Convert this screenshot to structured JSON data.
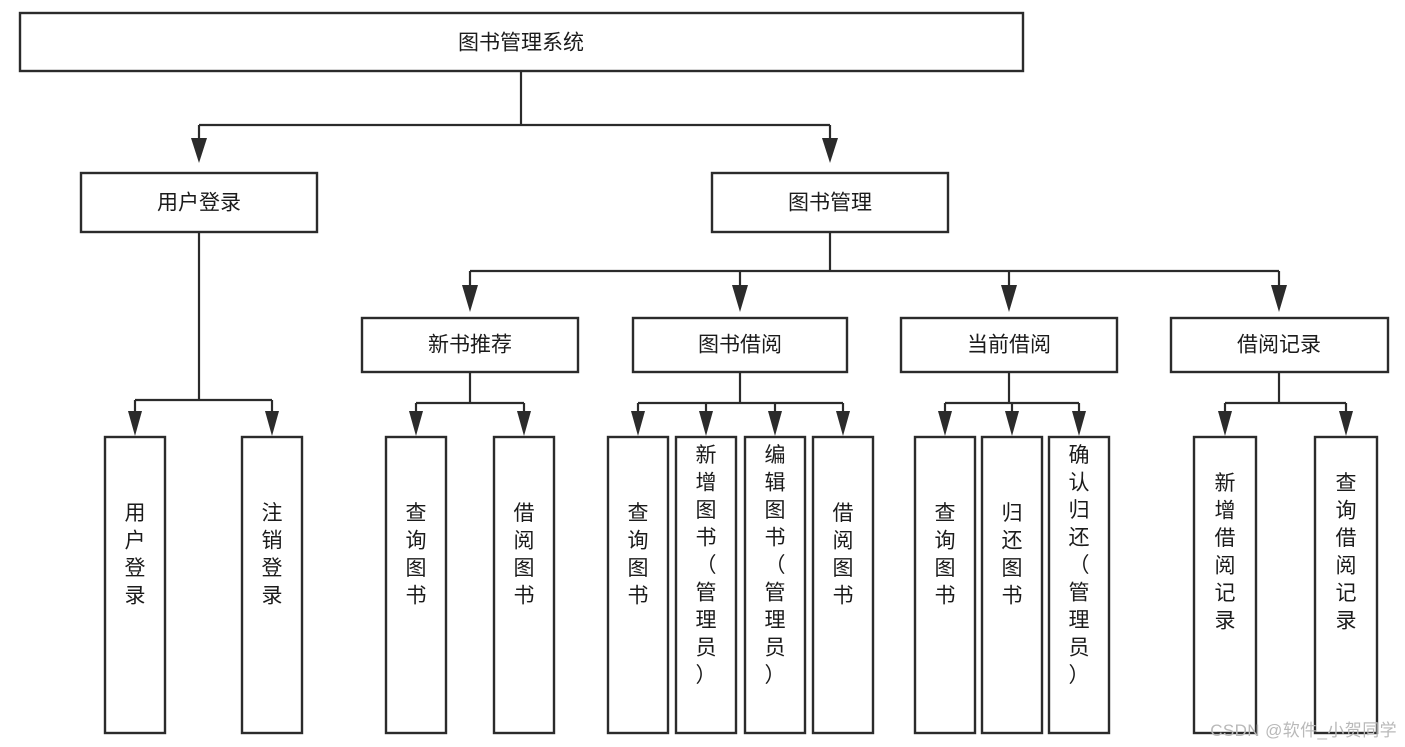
{
  "diagram": {
    "type": "hierarchy-tree",
    "title": "图书管理系统",
    "orientation": "top-down",
    "watermark": "CSDN @软件_小贺同学",
    "nodes": {
      "root": {
        "label": "图书管理系统"
      },
      "level2": [
        {
          "id": "user-login",
          "label": "用户登录"
        },
        {
          "id": "book-manage",
          "label": "图书管理"
        }
      ],
      "level3": [
        {
          "id": "new-book-rec",
          "label": "新书推荐",
          "parent": "book-manage"
        },
        {
          "id": "book-borrow",
          "label": "图书借阅",
          "parent": "book-manage"
        },
        {
          "id": "current-borrow",
          "label": "当前借阅",
          "parent": "book-manage"
        },
        {
          "id": "borrow-record",
          "label": "借阅记录",
          "parent": "book-manage"
        }
      ],
      "leaves": [
        {
          "id": "leaf-user-login",
          "label": "用户登录",
          "parent": "user-login"
        },
        {
          "id": "leaf-logout",
          "label": "注销登录",
          "parent": "user-login"
        },
        {
          "id": "leaf-query-book-1",
          "label": "查询图书",
          "parent": "new-book-rec"
        },
        {
          "id": "leaf-borrow-book-1",
          "label": "借阅图书",
          "parent": "new-book-rec"
        },
        {
          "id": "leaf-query-book-2",
          "label": "查询图书",
          "parent": "book-borrow"
        },
        {
          "id": "leaf-add-book",
          "label": "新增图书（管理员）",
          "parent": "book-borrow"
        },
        {
          "id": "leaf-edit-book",
          "label": "编辑图书（管理员）",
          "parent": "book-borrow"
        },
        {
          "id": "leaf-borrow-book-2",
          "label": "借阅图书",
          "parent": "book-borrow"
        },
        {
          "id": "leaf-query-book-3",
          "label": "查询图书",
          "parent": "current-borrow"
        },
        {
          "id": "leaf-return-book",
          "label": "归还图书",
          "parent": "current-borrow"
        },
        {
          "id": "leaf-confirm-return",
          "label": "确认归还（管理员）",
          "parent": "current-borrow"
        },
        {
          "id": "leaf-add-record",
          "label": "新增借阅记录",
          "parent": "borrow-record"
        },
        {
          "id": "leaf-query-record",
          "label": "查询借阅记录",
          "parent": "borrow-record"
        }
      ]
    },
    "colors": {
      "box_stroke": "#2b2b2b",
      "box_fill": "#ffffff",
      "text": "#1b1b1b",
      "connector": "#2b2b2b",
      "watermark": "#b9b9b9",
      "background": "#ffffff"
    }
  }
}
